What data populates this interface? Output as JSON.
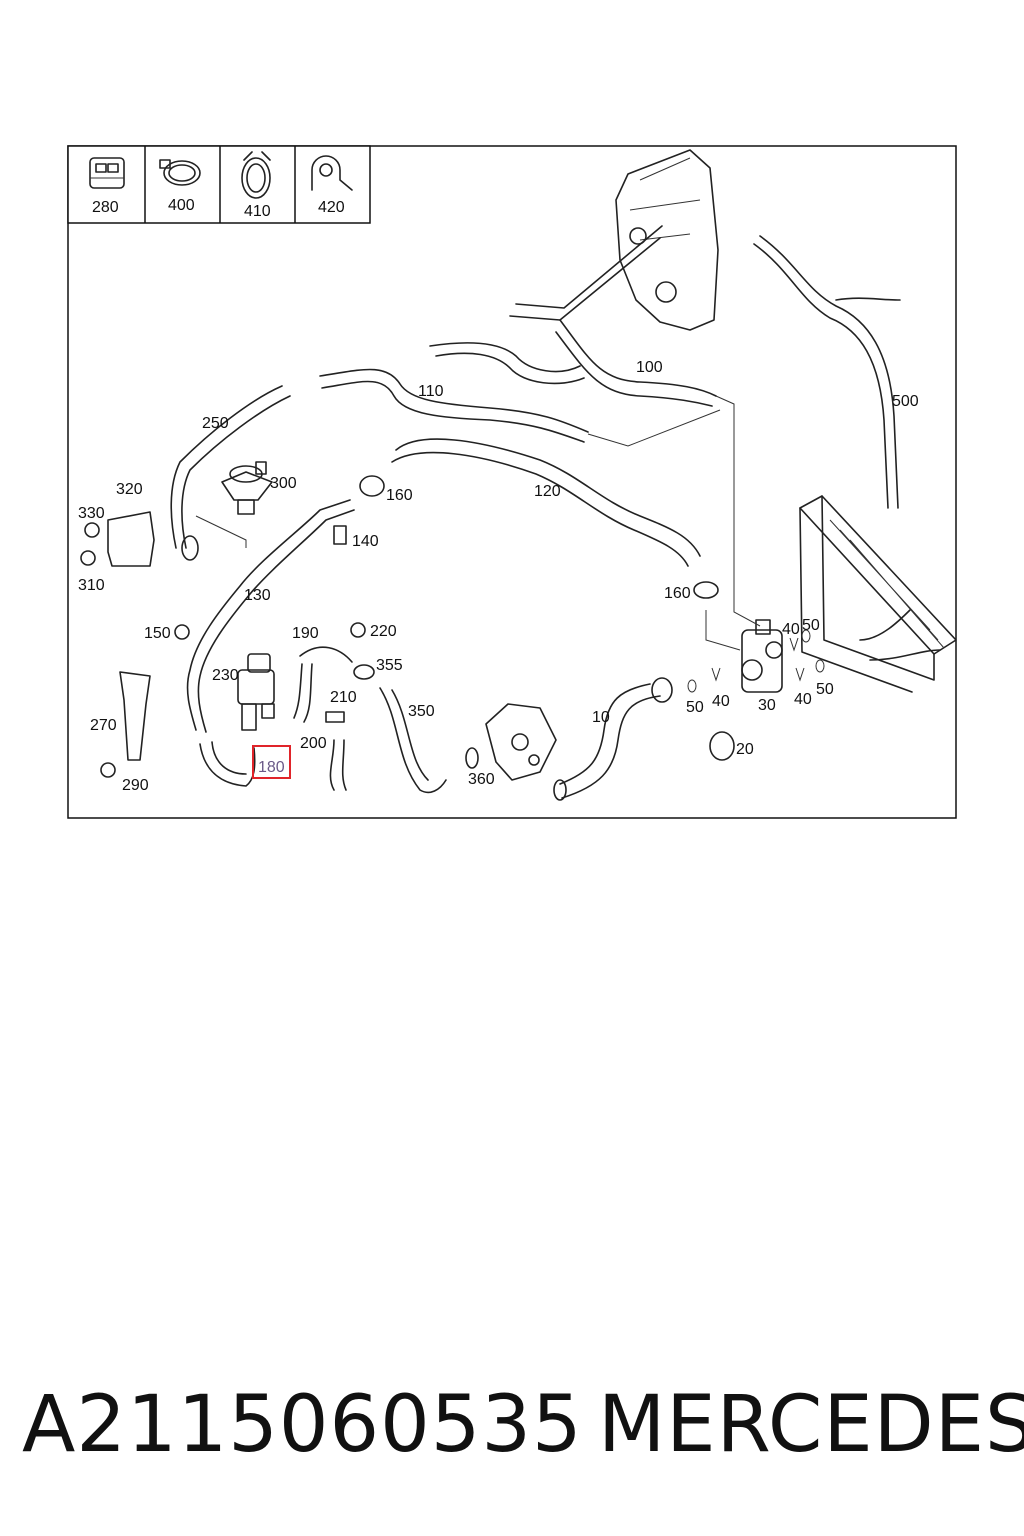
{
  "legend": [
    {
      "label": "280",
      "icon": "connector-block-icon"
    },
    {
      "label": "400",
      "icon": "hose-clamp-icon"
    },
    {
      "label": "410",
      "icon": "spring-clamp-icon"
    },
    {
      "label": "420",
      "icon": "p-clip-icon"
    }
  ],
  "callouts": {
    "c10": "10",
    "c20": "20",
    "c30": "30",
    "c40a": "40",
    "c40b": "40",
    "c40c": "40",
    "c50a": "50",
    "c50b": "50",
    "c50c": "50",
    "c100": "100",
    "c110": "110",
    "c120": "120",
    "c130": "130",
    "c140": "140",
    "c150": "150",
    "c160a": "160",
    "c160b": "160",
    "c180": "180",
    "c190": "190",
    "c200": "200",
    "c210": "210",
    "c220": "220",
    "c230": "230",
    "c250": "250",
    "c270": "270",
    "c290": "290",
    "c300": "300",
    "c310": "310",
    "c320": "320",
    "c330": "330",
    "c350": "350",
    "c355": "355",
    "c360": "360",
    "c500": "500"
  },
  "highlight": {
    "part": "180",
    "color": "#e0242a"
  },
  "footer": {
    "part_number": "A2115060535",
    "brand": "MERCEDES"
  }
}
